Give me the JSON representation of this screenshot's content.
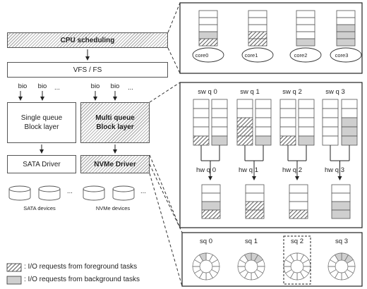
{
  "left_stack": {
    "cpu_scheduling": "CPU scheduling",
    "vfs_fs": "VFS / FS",
    "bio": "bio",
    "ellipsis": "...",
    "single_queue": "Single queue Block layer",
    "multi_queue": "Multi queue Block layer",
    "sata_driver": "SATA Driver",
    "nvme_driver": "NVMe Driver",
    "sata_devices": "SATA devices",
    "nvme_devices": "NVMe devices"
  },
  "cores": [
    "core0",
    "core1",
    "core2",
    "core3"
  ],
  "sw_queues": [
    "sw q 0",
    "sw q 1",
    "sw q 2",
    "sw q 3"
  ],
  "hw_queues": [
    "hw q 0",
    "hw q 1",
    "hw q 2",
    "hw q 3"
  ],
  "submission_queues": [
    "sq 0",
    "sq 1",
    "sq 2",
    "sq 3"
  ],
  "legend": {
    "foreground": ": I/O requests from foreground tasks",
    "background": ": I/O requests from background tasks"
  },
  "colors": {
    "background_fill": "#cfcfcf",
    "outline": "#555555",
    "hatch": "#b8b8b8"
  }
}
